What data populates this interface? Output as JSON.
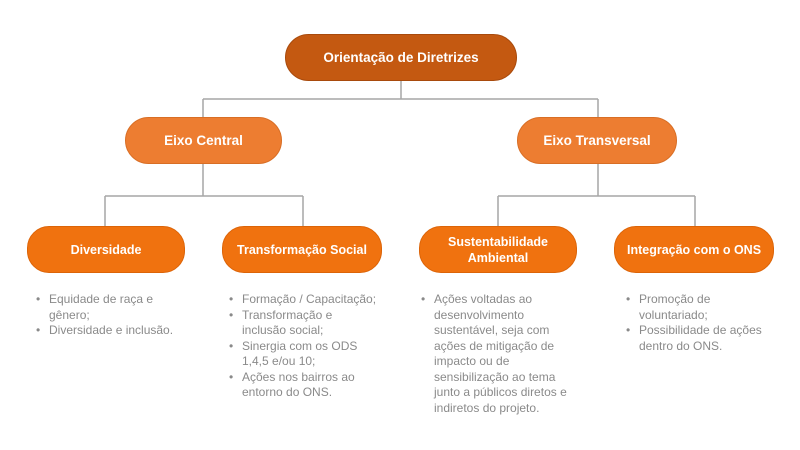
{
  "root": {
    "label": "Orientação de Diretrizes"
  },
  "axes": [
    {
      "label": "Eixo Central",
      "children": [
        {
          "label": "Diversidade",
          "bullets": [
            "Equidade de raça e gênero;",
            "Diversidade e inclusão."
          ]
        },
        {
          "label": "Transformação Social",
          "bullets": [
            "Formação / Capacitação;",
            "Transformação e inclusão social;",
            "Sinergia com os ODS 1,4,5 e/ou 10;",
            "Ações nos bairros ao entorno do ONS."
          ]
        }
      ]
    },
    {
      "label": "Eixo Transversal",
      "children": [
        {
          "label": "Sustentabilidade Ambiental",
          "bullets": [
            "Ações voltadas ao desenvolvimento sustentável, seja com ações de mitigação de impacto ou de sensibilização ao tema junto a públicos diretos e indiretos do projeto."
          ]
        },
        {
          "label": "Integração com o ONS",
          "bullets": [
            "Promoção de voluntariado;",
            "Possibilidade de ações dentro do ONS."
          ]
        }
      ]
    }
  ],
  "colors": {
    "root_fill": "#c45911",
    "axis_fill": "#ed7d31",
    "leaf_fill": "#f0720f",
    "connector": "#a6a6a6",
    "bullet_text": "#8a8a8a"
  }
}
